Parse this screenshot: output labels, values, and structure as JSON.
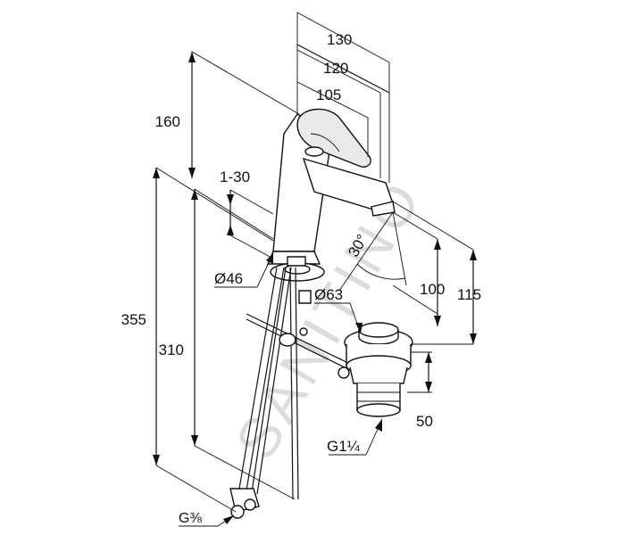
{
  "watermark": "SANITINO",
  "dimensions": {
    "d130": "130",
    "d120": "120",
    "d105": "105",
    "d160": "160",
    "d1_30": "1-30",
    "d355": "355",
    "d310": "310",
    "d46": "Ø46",
    "d63": "Ø63",
    "angle30": "30°",
    "d100": "100",
    "d115": "115",
    "d50": "50",
    "g114": "G1¼",
    "g38": "G⅜"
  }
}
